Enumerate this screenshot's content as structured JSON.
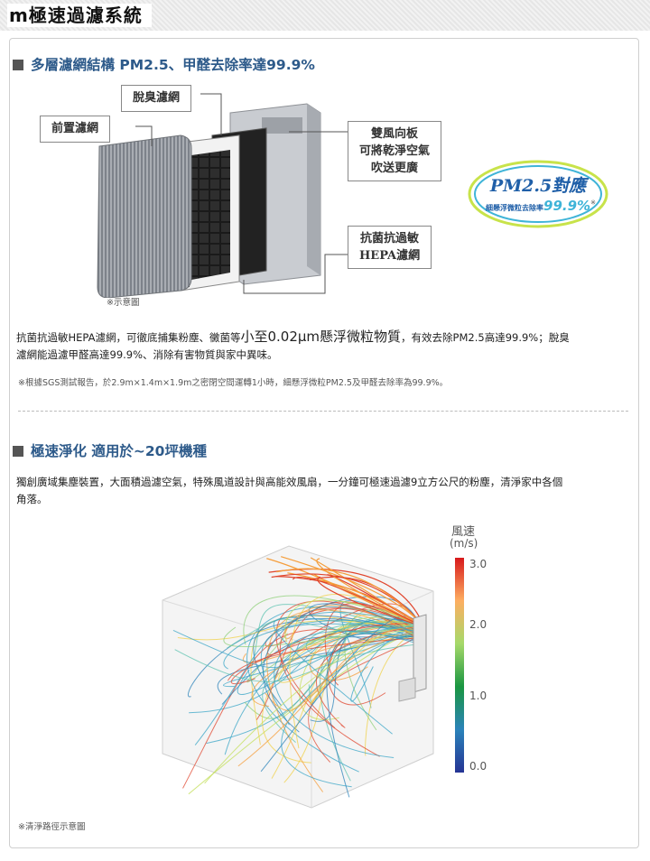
{
  "header": {
    "title": "m極速過濾系統"
  },
  "section1": {
    "heading": "多層濾網結構 PM2.5、甲醛去除率達99.9%",
    "callouts": {
      "deodor": "脫臭濾網",
      "prefilter": "前置濾網",
      "louver": [
        "雙風向板",
        "可將乾淨空氣",
        "吹送更廣"
      ],
      "hepa": [
        "抗菌抗過敏",
        "HEPA濾網"
      ]
    },
    "badge": {
      "main": "PM2.5對應",
      "sub": "細懸浮微粒去除率",
      "pct": "99.9%",
      "mark": "※"
    },
    "figure_note": "※示意圖",
    "desc_a": "抗菌抗過敏HEPA濾網，可徹底捕集粉塵、黴菌等",
    "desc_big": "小至0.02μm懸浮微粒物質",
    "desc_b": "，有效去除PM2.5高達99.9%；脫臭",
    "desc_line2": "濾網能過濾甲醛高達99.9%、消除有害物質與家中異味。",
    "footnote": "※根據SGS測試報告，於2.9m×1.4m×1.9m之密閉空間運轉1小時，細懸浮微粒PM2.5及甲醛去除率為99.9%。"
  },
  "section2": {
    "heading": "極速淨化 適用於~20坪機種",
    "desc_line1": "獨創廣域集塵裝置，大面積過濾空氣，特殊風道設計與高能效風扇，一分鐘可極速過濾9立方公尺的粉塵，清淨家中各個",
    "desc_line2": "角落。",
    "legend": {
      "title": "風速",
      "unit": "(m/s)",
      "ticks": [
        "3.0",
        "2.0",
        "1.0",
        "0.0"
      ],
      "colors": [
        "#d7191c",
        "#fdae61",
        "#a6d96a",
        "#1a9641",
        "#2b83ba",
        "#253494"
      ]
    },
    "figure_note": "※清淨路徑示意圖"
  }
}
